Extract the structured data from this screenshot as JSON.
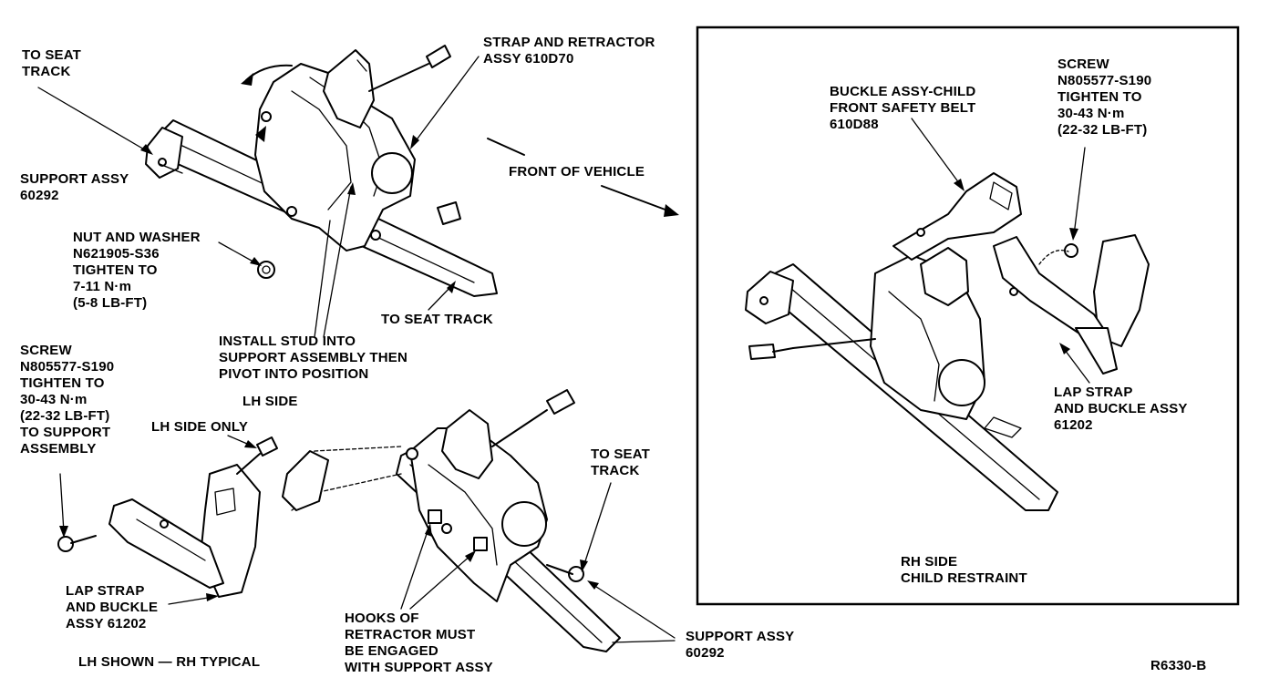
{
  "labels": {
    "to_seat_track_top_left": [
      "TO SEAT",
      "TRACK"
    ],
    "support_assy_upper": [
      "SUPPORT ASSY",
      "60292"
    ],
    "nut_and_washer": [
      "NUT AND WASHER",
      "N621905-S36",
      "TIGHTEN TO",
      "7-11 N·m",
      "(5-8 LB-FT)"
    ],
    "strap_and_retractor": [
      "STRAP AND RETRACTOR",
      "ASSY 610D70"
    ],
    "front_of_vehicle": "FRONT OF VEHICLE",
    "to_seat_track_mid": "TO SEAT TRACK",
    "install_stud": [
      "INSTALL STUD INTO",
      "SUPPORT ASSEMBLY THEN",
      "PIVOT INTO POSITION"
    ],
    "lh_side": "LH SIDE",
    "screw_left": [
      "SCREW",
      "N805577-S190",
      "TIGHTEN TO",
      "30-43 N·m",
      "(22-32 LB-FT)",
      "TO SUPPORT",
      "ASSEMBLY"
    ],
    "lh_side_only": "LH SIDE ONLY",
    "lap_strap_left": [
      "LAP STRAP",
      "AND BUCKLE",
      "ASSY 61202"
    ],
    "lh_shown": "LH SHOWN — RH TYPICAL",
    "hooks_of_retractor": [
      "HOOKS OF",
      "RETRACTOR MUST",
      "BE ENGAGED",
      "WITH SUPPORT ASSY"
    ],
    "to_seat_track_lower": [
      "TO SEAT",
      "TRACK"
    ],
    "support_assy_lower": [
      "SUPPORT ASSY",
      "60292"
    ],
    "buckle_assy_child": [
      "BUCKLE ASSY-CHILD",
      "FRONT SAFETY BELT",
      "610D88"
    ],
    "screw_right": [
      "SCREW",
      "N805577-S190",
      "TIGHTEN TO",
      "30-43 N·m",
      "(22-32 LB-FT)"
    ],
    "lap_strap_right": [
      "LAP STRAP",
      "AND BUCKLE ASSY",
      "61202"
    ],
    "rh_side_child": [
      "RH SIDE",
      "CHILD RESTRAINT"
    ],
    "figure_code": "R6330-B"
  }
}
